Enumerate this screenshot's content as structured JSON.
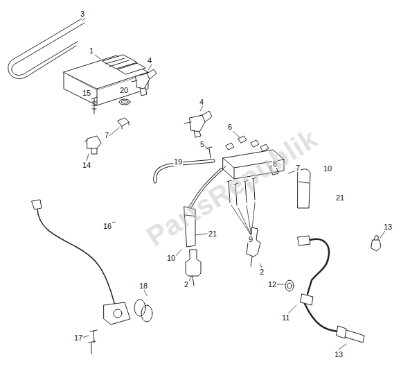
{
  "diagram": {
    "labels": [
      "3",
      "1",
      "15",
      "20",
      "4",
      "7",
      "14",
      "4",
      "5",
      "6",
      "8",
      "7",
      "19",
      "10",
      "21",
      "9",
      "16",
      "18",
      "17",
      "21",
      "10",
      "2",
      "2",
      "12",
      "11",
      "13",
      "13",
      "PartsRepublik"
    ]
  }
}
